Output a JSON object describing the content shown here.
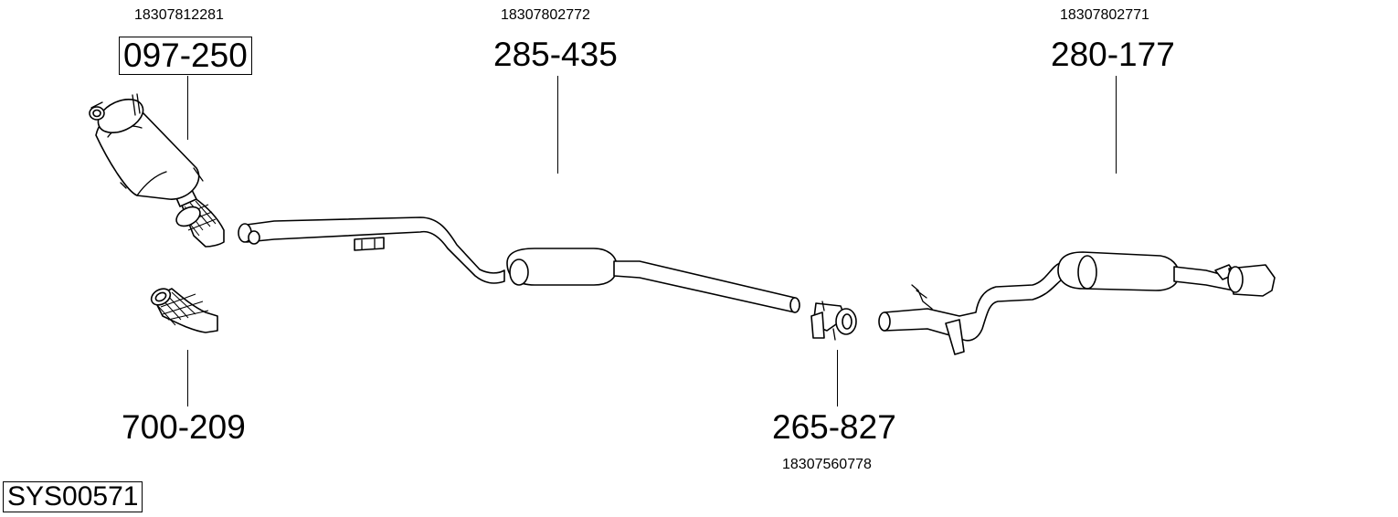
{
  "parts": [
    {
      "id": "p1",
      "oe": "18307812281",
      "number": "097-250",
      "boxed": true
    },
    {
      "id": "p2",
      "oe": "18307802772",
      "number": "285-435",
      "boxed": false
    },
    {
      "id": "p3",
      "oe": "18307802771",
      "number": "280-177",
      "boxed": false
    },
    {
      "id": "p4",
      "oe": "",
      "number": "700-209",
      "boxed": false
    },
    {
      "id": "p5",
      "oe": "18307560778",
      "number": "265-827",
      "boxed": false
    }
  ],
  "system_code": "SYS00571"
}
